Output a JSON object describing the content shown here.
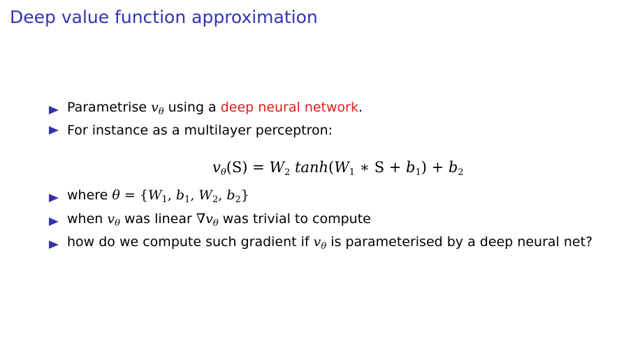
{
  "slide": {
    "title": "Deep value function approximation"
  },
  "bullets": {
    "b1": {
      "pre": "Parametrise ",
      "sym": "v",
      "sub": "θ",
      "mid": " using a ",
      "highlight": "deep neural network",
      "post": "."
    },
    "b2": {
      "text": "For instance as a multilayer perceptron:"
    },
    "equation": {
      "lhs_v": "v",
      "lhs_sub": "θ",
      "lhs_arg": "(S)",
      "eq": " = ",
      "w2": "W",
      "w2_sub": "2",
      "fn": " tanh",
      "open": "(",
      "w1": "W",
      "w1_sub": "1",
      "times": " ∗ S + ",
      "b1": "b",
      "b1_sub": "1",
      "close": ") + ",
      "b2": "b",
      "b2_sub": "2"
    },
    "b3": {
      "pre": "where ",
      "theta": "θ",
      "set_open": " = {",
      "w1": "W",
      "w1_sub": "1",
      "c1": ", ",
      "b1": "b",
      "b1_sub": "1",
      "c2": ", ",
      "w2": "W",
      "w2_sub": "2",
      "c3": ", ",
      "b2": "b",
      "b2_sub": "2",
      "set_close": "}"
    },
    "b4": {
      "pre": "when ",
      "sym": "v",
      "sub": "θ",
      "mid": " was linear ",
      "nabla": "∇",
      "sym2": "v",
      "sub2": "θ",
      "post": " was trivial to compute"
    },
    "b5": {
      "pre": "how do we compute such gradient if ",
      "sym": "v",
      "sub": "θ",
      "post": " is parameterised by a deep neural net?"
    }
  },
  "colors": {
    "title": "#3333b3",
    "bullet_marker": "#3333b3",
    "highlight": "#e01b1b"
  }
}
